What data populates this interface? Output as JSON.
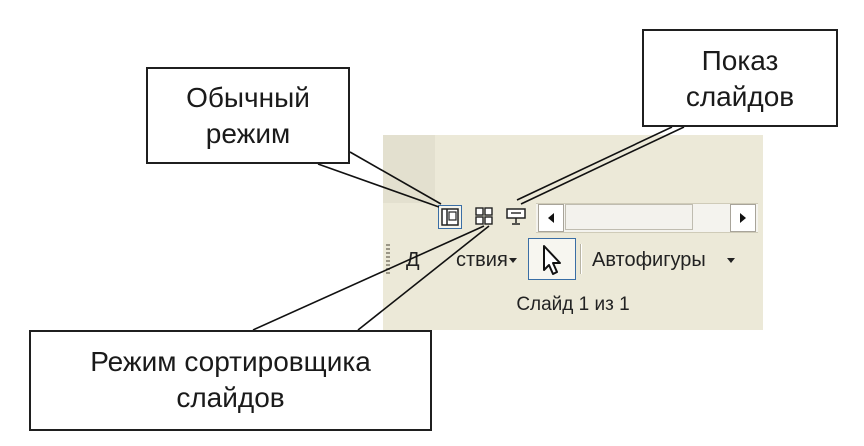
{
  "callouts": {
    "normal_view": {
      "line1": "Обычный",
      "line2": "режим"
    },
    "slide_show": {
      "line1": "Показ",
      "line2": "слайдов"
    },
    "slide_sorter": {
      "line1": "Режим сортировщика",
      "line2": "слайдов"
    }
  },
  "view_buttons": [
    {
      "name": "normal-view-button",
      "icon": "normal-view-icon",
      "active": true
    },
    {
      "name": "slide-sorter-button",
      "icon": "slide-sorter-icon",
      "active": false
    },
    {
      "name": "slide-show-button",
      "icon": "slide-show-icon",
      "active": false
    }
  ],
  "drawing_toolbar": {
    "actions_label": "Действия",
    "actions_visible_fragment": "ствия",
    "actions_partial_letter": "Д",
    "select_cursor_icon": "arrow-cursor-icon",
    "autoshapes_label": "Автофигуры"
  },
  "status_bar": {
    "slide_counter": "Слайд 1 из 1"
  },
  "colors": {
    "panel_background": "#ece9d8",
    "active_border": "#3a6ea5",
    "callout_border": "#1f1f1f"
  }
}
